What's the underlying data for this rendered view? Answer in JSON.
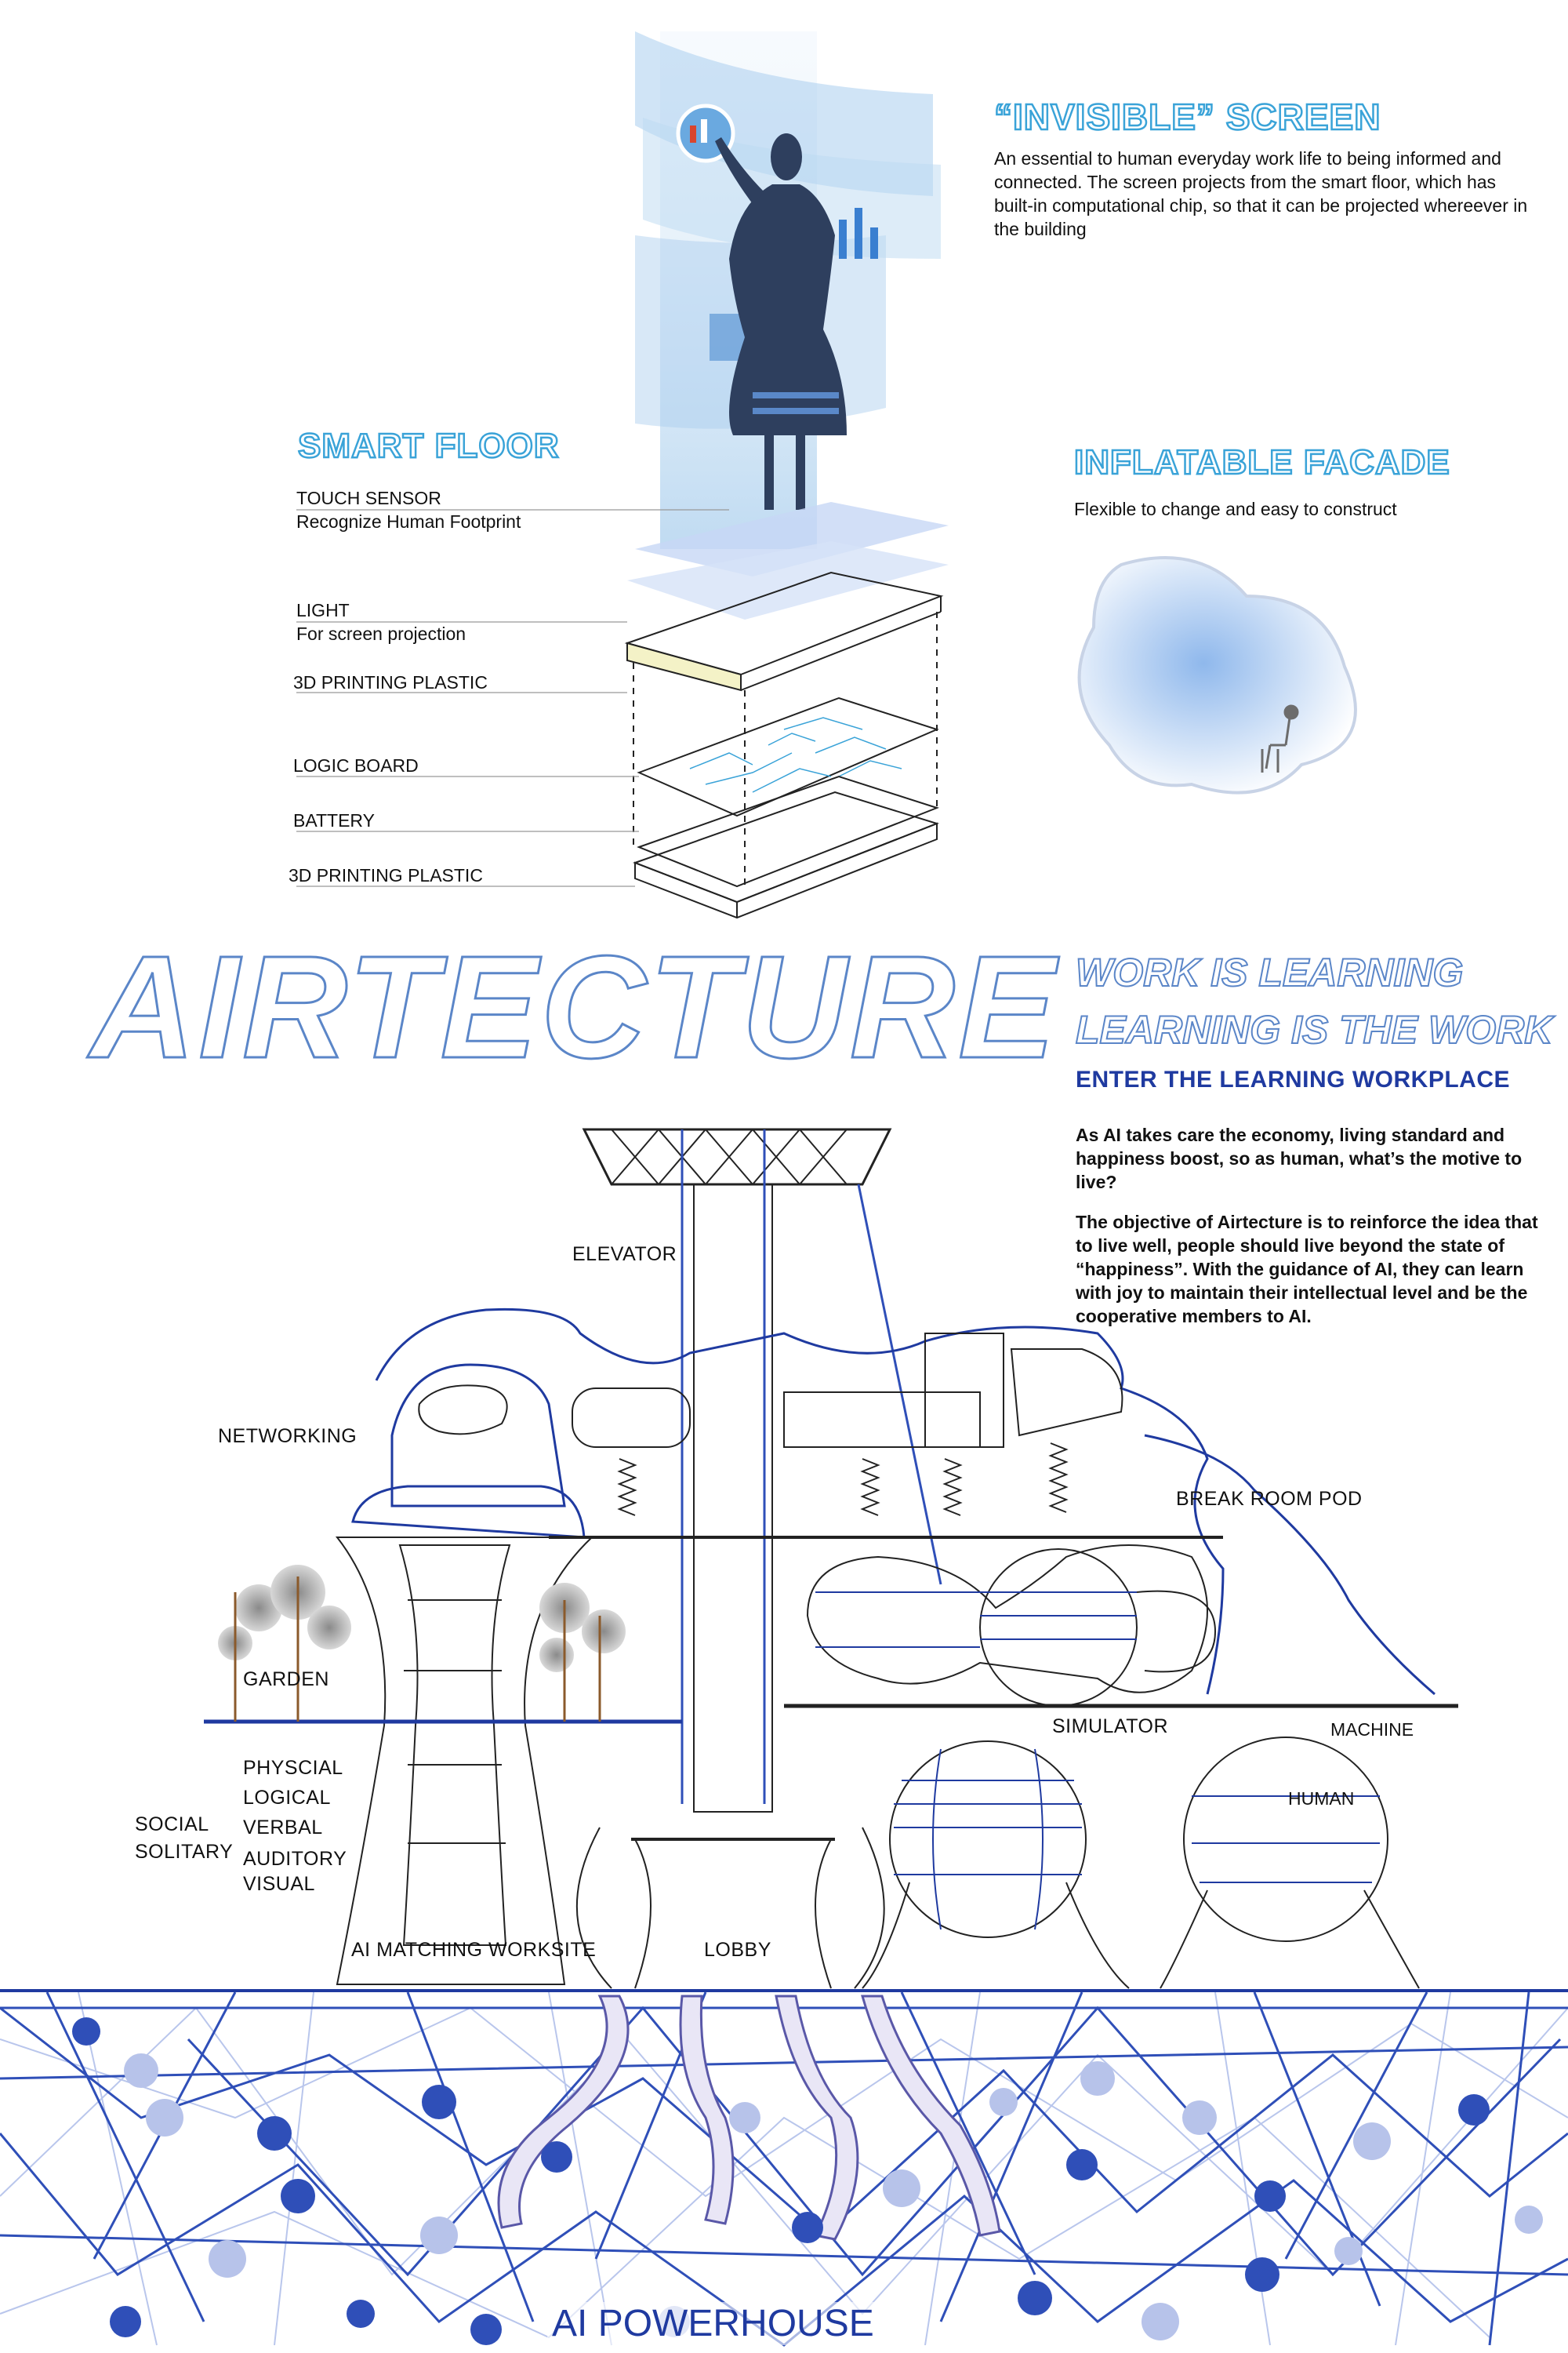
{
  "invisible_screen": {
    "title": "“INVISIBLE” SCREEN",
    "body": "An essential to human everyday work life to being informed and connected. The screen projects from the smart floor, which has built-in computational chip, so that it can be projected whereever in the building"
  },
  "smart_floor": {
    "title": "SMART FLOOR",
    "layers": [
      {
        "name": "TOUCH SENSOR",
        "desc": "Recognize Human Footprint"
      },
      {
        "name": "LIGHT",
        "desc": "For screen projection"
      },
      {
        "name": "3D PRINTING PLASTIC",
        "desc": ""
      },
      {
        "name": "LOGIC BOARD",
        "desc": ""
      },
      {
        "name": "BATTERY",
        "desc": ""
      },
      {
        "name": "3D PRINTING PLASTIC",
        "desc": ""
      }
    ]
  },
  "inflatable_facade": {
    "title": "INFLATABLE FACADE",
    "body": "Flexible to change and easy to construct"
  },
  "main_title": "AIRTECTURE",
  "tagline": {
    "line1": "WORK IS LEARNING",
    "line2": "LEARNING IS THE WORK"
  },
  "subheading": "ENTER THE LEARNING WORKPLACE",
  "paragraphs": [
    "As AI takes care the economy, living standard and happiness boost, so as human, what’s the motive to live?",
    "The objective of Airtecture is to reinforce the idea that to live well, people should live beyond the state of “happiness”. With the guidance of AI, they can learn with joy to maintain their intellectual level and be the cooperative members to AI."
  ],
  "section_labels": {
    "elevator": "ELEVATOR",
    "networking": "NETWORKING",
    "break_room_pod": "BREAK ROOM POD",
    "garden": "GARDEN",
    "simulator": "SIMULATOR",
    "machine": "MACHINE",
    "human": "HUMAN",
    "ai_matching_worksite": "AI MATCHING WORKSITE",
    "lobby": "LOBBY",
    "ai_powerhouse": "AI POWERHOUSE"
  },
  "learning_modes": {
    "left": [
      "SOCIAL",
      "SOLITARY"
    ],
    "right": [
      "PHYSCIAL",
      "LOGICAL",
      "VERBAL",
      "AUDITORY",
      "VISUAL"
    ]
  },
  "colors": {
    "accent_cyan": "#3aa3d8",
    "title_blue": "#5b86c8",
    "navy": "#1f3aa0",
    "network_blue": "#2f4fb8",
    "node_light": "#b7c3ea",
    "projection_blue": "#9cc8ec"
  }
}
